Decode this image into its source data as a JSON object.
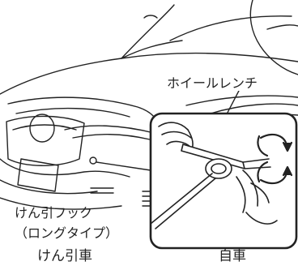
{
  "labels": {
    "wheel_wrench": "ホイールレンチ",
    "tow_hook_line1": "けん引フック",
    "tow_hook_line2": "（ロングタイプ）",
    "towing_vehicle": "けん引車",
    "own_vehicle": "自車"
  },
  "icons": {
    "rotate_arrows": "rotate-arrows-icon"
  }
}
